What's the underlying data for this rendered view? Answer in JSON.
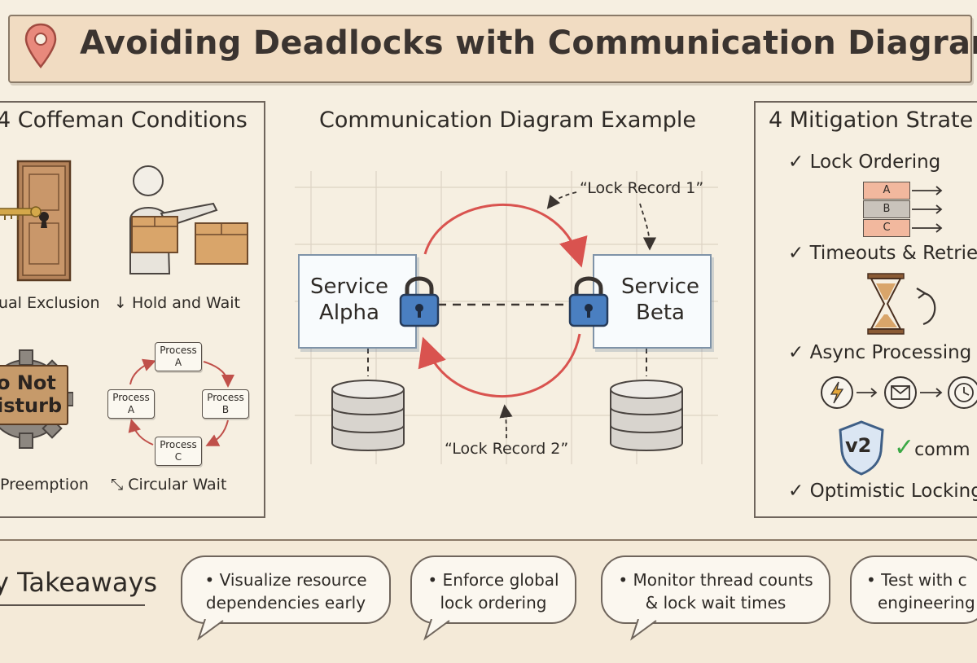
{
  "title": "Avoiding Deadlocks with Communication Diagrams",
  "coffeman": {
    "title": "4 Coffeman Conditions",
    "mutual_exclusion": "ual Exclusion",
    "hold_and_wait": "Hold and Wait",
    "sign_line1": "o Not",
    "sign_line2": "isturb",
    "no_preemption": "Preemption",
    "circular_wait": "Circular Wait",
    "process_a": "Process A",
    "process_b": "Process B",
    "process_c": "Process C",
    "process_a2": "Process A"
  },
  "diagram": {
    "title": "Communication Diagram Example",
    "service_alpha_line1": "Service",
    "service_alpha_line2": "Alpha",
    "service_beta_line1": "Service",
    "service_beta_line2": "Beta",
    "lock_record_1": "“Lock Record 1”",
    "lock_record_2": "“Lock Record 2”"
  },
  "mitigation": {
    "title": "4 Mitigation Strate",
    "strategies": [
      "Lock Ordering",
      "Timeouts & Retrie",
      "Async Processing",
      "Optimistic Locking"
    ],
    "stack_labels": [
      "A",
      "B",
      "C"
    ],
    "version_badge": "v2",
    "commit_text": "comm"
  },
  "takeaways": {
    "title": "y Takeaways",
    "items": [
      {
        "line1": "• Visualize resource",
        "line2": "dependencies early"
      },
      {
        "line1": "• Enforce global",
        "line2": "lock ordering"
      },
      {
        "line1": "• Monitor thread counts",
        "line2": "& lock wait times"
      },
      {
        "line1": "• Test with c",
        "line2": "engineering"
      }
    ]
  },
  "colors": {
    "background": "#f6efe1",
    "banner": "#f1dcc2",
    "cycle_arrow": "#d9534f",
    "lock_blue": "#4a7fc1",
    "check_green": "#3aa844"
  }
}
